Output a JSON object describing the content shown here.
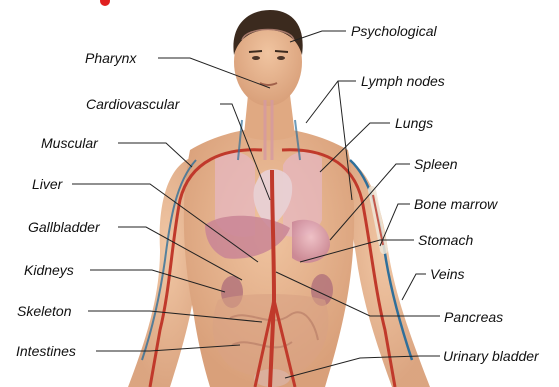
{
  "labels": {
    "psychological": "Psychological",
    "pharynx": "Pharynx",
    "lymph_nodes": "Lymph nodes",
    "cardiovascular": "Cardiovascular",
    "lungs": "Lungs",
    "muscular": "Muscular",
    "spleen": "Spleen",
    "liver": "Liver",
    "bone_marrow": "Bone marrow",
    "gallbladder": "Gallbladder",
    "stomach": "Stomach",
    "kidneys": "Kidneys",
    "veins": "Veins",
    "skeleton": "Skeleton",
    "pancreas": "Pancreas",
    "intestines": "Intestines",
    "urinary_bladder": "Urinary bladder"
  },
  "colors": {
    "skin": "#e8b48c",
    "skin_shadow": "#c98f68",
    "hair": "#3b2a1e",
    "artery": "#c0392b",
    "vein": "#2f6f9a",
    "organ_pink": "#d99aa8",
    "lung": "#e6b7c0",
    "intestine": "#d9a184",
    "bone": "#efe6d8",
    "leader_line": "#222222"
  }
}
